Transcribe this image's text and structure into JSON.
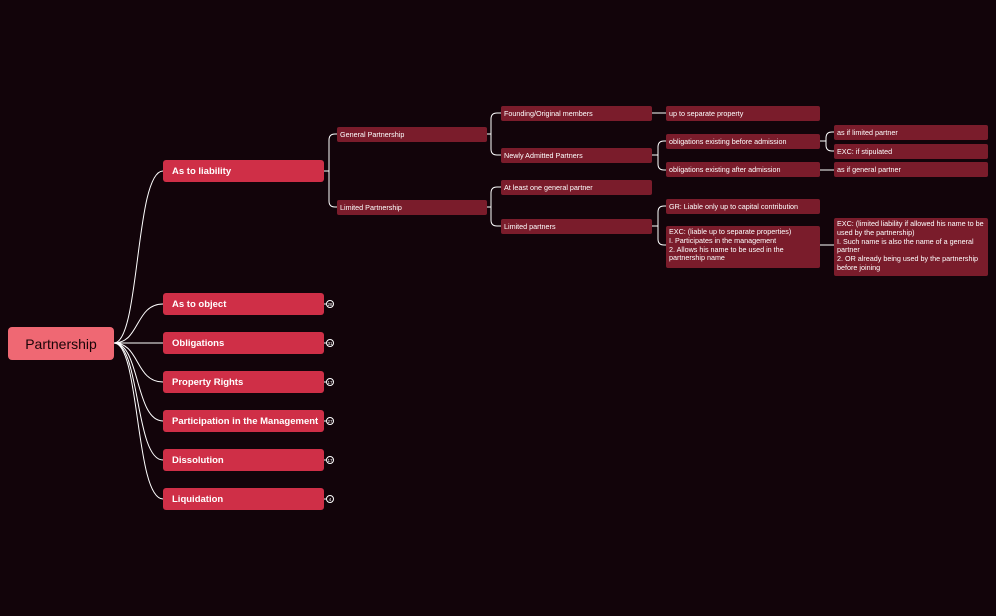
{
  "root": {
    "label": "Partnership"
  },
  "liability": {
    "label": "As to liability",
    "general": {
      "label": "General Partnership",
      "founding": {
        "label": "Founding/Original members",
        "child": "up to separate property"
      },
      "newly": {
        "label": "Newly Admitted Partners",
        "before": {
          "label": "obligations existing before admission",
          "children": [
            "as if limited partner",
            "EXC: if stipulated"
          ]
        },
        "after": {
          "label": "obligations existing after admission",
          "child": "as if general partner"
        }
      }
    },
    "limited": {
      "label": "Limited Partnership",
      "atleast": {
        "label": "At least one general partner"
      },
      "partners": {
        "label": "Limited partners",
        "gr": "GR: Liable only up to capital contribution",
        "exc": "EXC: (liable up to separate properties)\nI. Participates in the management\n2. Allows his name to be used in the partnership name",
        "exc_detail": "EXC: (limited liability if allowed his name to be used by the partnership)\nI. Such name is also the name of a general partner\n2. OR already being used by the partnership before joining"
      }
    }
  },
  "branches": [
    {
      "label": "As to object",
      "count": "28"
    },
    {
      "label": "Obligations",
      "count": "31"
    },
    {
      "label": "Property Rights",
      "count": "17"
    },
    {
      "label": "Participation in the Management",
      "count": "27"
    },
    {
      "label": "Dissolution",
      "count": "17"
    },
    {
      "label": "Liquidation",
      "count": "4"
    }
  ]
}
